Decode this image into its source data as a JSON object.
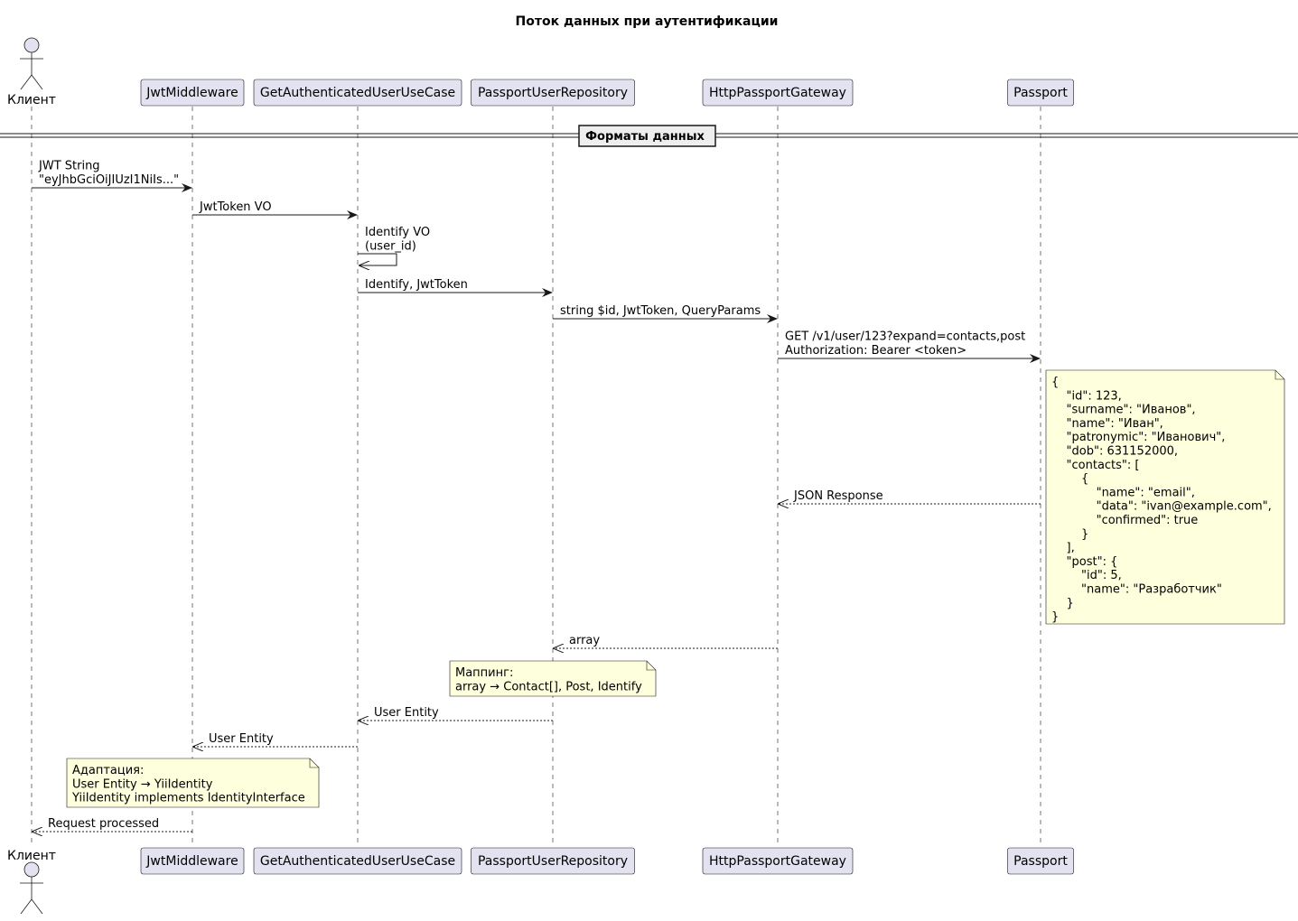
{
  "diagram": {
    "title": "Поток данных при аутентификации",
    "participants": [
      {
        "id": "client",
        "label": "Клиент",
        "kind": "actor"
      },
      {
        "id": "jwt",
        "label": "JwtMiddleware",
        "kind": "box"
      },
      {
        "id": "usecase",
        "label": "GetAuthenticatedUserUseCase",
        "kind": "box"
      },
      {
        "id": "repo",
        "label": "PassportUserRepository",
        "kind": "box"
      },
      {
        "id": "gateway",
        "label": "HttpPassportGateway",
        "kind": "box"
      },
      {
        "id": "passport",
        "label": "Passport",
        "kind": "box"
      }
    ],
    "divider": "Форматы данных",
    "messages": [
      {
        "from": "client",
        "to": "jwt",
        "type": "sync",
        "lines": [
          "JWT String",
          "\"eyJhbGciOiJIUzI1NiIs...\""
        ]
      },
      {
        "from": "jwt",
        "to": "usecase",
        "type": "sync",
        "lines": [
          "JwtToken VO"
        ]
      },
      {
        "from": "usecase",
        "to": "usecase",
        "type": "self",
        "lines": [
          "Identify VO",
          "(user_id)"
        ]
      },
      {
        "from": "usecase",
        "to": "repo",
        "type": "sync",
        "lines": [
          "Identify, JwtToken"
        ]
      },
      {
        "from": "repo",
        "to": "gateway",
        "type": "sync",
        "lines": [
          "string $id, JwtToken, QueryParams"
        ]
      },
      {
        "from": "gateway",
        "to": "passport",
        "type": "sync",
        "lines": [
          "GET /v1/user/123?expand=contacts,post",
          "Authorization: Bearer <token>"
        ]
      },
      {
        "from": "passport",
        "to": "gateway",
        "type": "reply",
        "lines": [
          "JSON Response"
        ]
      },
      {
        "from": "gateway",
        "to": "repo",
        "type": "reply",
        "lines": [
          "array"
        ]
      },
      {
        "from": "repo",
        "to": "usecase",
        "type": "reply",
        "lines": [
          "User Entity"
        ]
      },
      {
        "from": "usecase",
        "to": "jwt",
        "type": "reply",
        "lines": [
          "User Entity"
        ]
      },
      {
        "from": "jwt",
        "to": "client",
        "type": "reply",
        "lines": [
          "Request processed"
        ]
      }
    ],
    "notes": [
      {
        "id": "json-note",
        "lines": [
          "{",
          "    \"id\": 123,",
          "    \"surname\": \"Иванов\",",
          "    \"name\": \"Иван\",",
          "    \"patronymic\": \"Иванович\",",
          "    \"dob\": 631152000,",
          "    \"contacts\": [",
          "        {",
          "            \"name\": \"email\",",
          "            \"data\": \"ivan@example.com\",",
          "            \"confirmed\": true",
          "        }",
          "    ],",
          "    \"post\": {",
          "        \"id\": 5,",
          "        \"name\": \"Разработчик\"",
          "    }",
          "}"
        ]
      },
      {
        "id": "mapping-note",
        "lines": [
          "Маппинг:",
          "array → Contact[], Post, Identify"
        ]
      },
      {
        "id": "adapt-note",
        "lines": [
          "Адаптация:",
          "User Entity → YiiIdentity",
          "YiiIdentity implements IdentityInterface"
        ]
      }
    ]
  }
}
